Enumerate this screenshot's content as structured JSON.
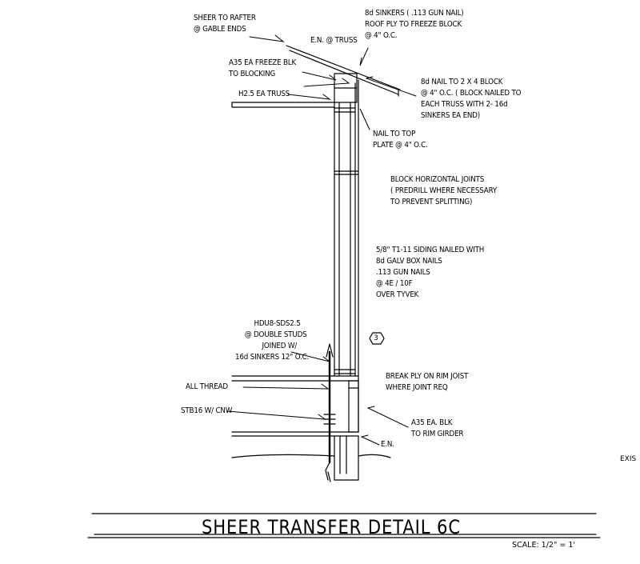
{
  "notes": {
    "sheer_to_rafter": [
      "SHEER TO RAFTER",
      "@ GABLE ENDS"
    ],
    "sinkers": [
      "8d SINKERS ( .113 GUN NAIL)",
      "ROOF PLY TO FREEZE BLOCK",
      "@ 4\" O.C."
    ],
    "en_truss": "E.N. @ TRUSS",
    "a35_freeze": [
      "A35 EA FREEZE BLK",
      "TO BLOCKING"
    ],
    "nail_2x4": [
      "8d NAIL TO 2 X 4 BLOCK",
      "@ 4\" O.C. ( BLOCK NAILED TO",
      "EACH TRUSS WITH 2- 16d",
      "SINKERS EA END)"
    ],
    "h25": "H2.5 EA TRUSS",
    "nail_top_plate": [
      "NAIL TO TOP",
      "PLATE @ 4\" O.C."
    ],
    "block_horizontal": [
      "BLOCK HORIZONTAL JOINTS",
      "( PREDRILL WHERE NECESSARY",
      "TO PREVENT SPLITTING)"
    ],
    "siding": [
      "5/8\" T1-11 SIDING NAILED WITH",
      "8d GALV BOX NAILS",
      ".113 GUN NAILS",
      "@ 4E / 10F",
      "OVER TYVEK"
    ],
    "hdu8": [
      "HDU8-SDS2.5",
      "@ DOUBLE STUDS",
      "JOINED W/",
      "16d SINKERS 12\" O.C."
    ],
    "all_thread": "ALL THREAD",
    "break_ply": [
      "BREAK PLY ON RIM JOIST",
      "WHERE JOINT REQ"
    ],
    "stb16": "STB16 W/ CNW",
    "a35_rim": [
      "A35 EA. BLK",
      "TO RIM GIRDER"
    ],
    "en": "E.N."
  },
  "tag": "3",
  "title": "SHEER TRANSFER DETAIL 6C",
  "scale": "SCALE: 1/2\" = 1'",
  "exis": "EXIS"
}
